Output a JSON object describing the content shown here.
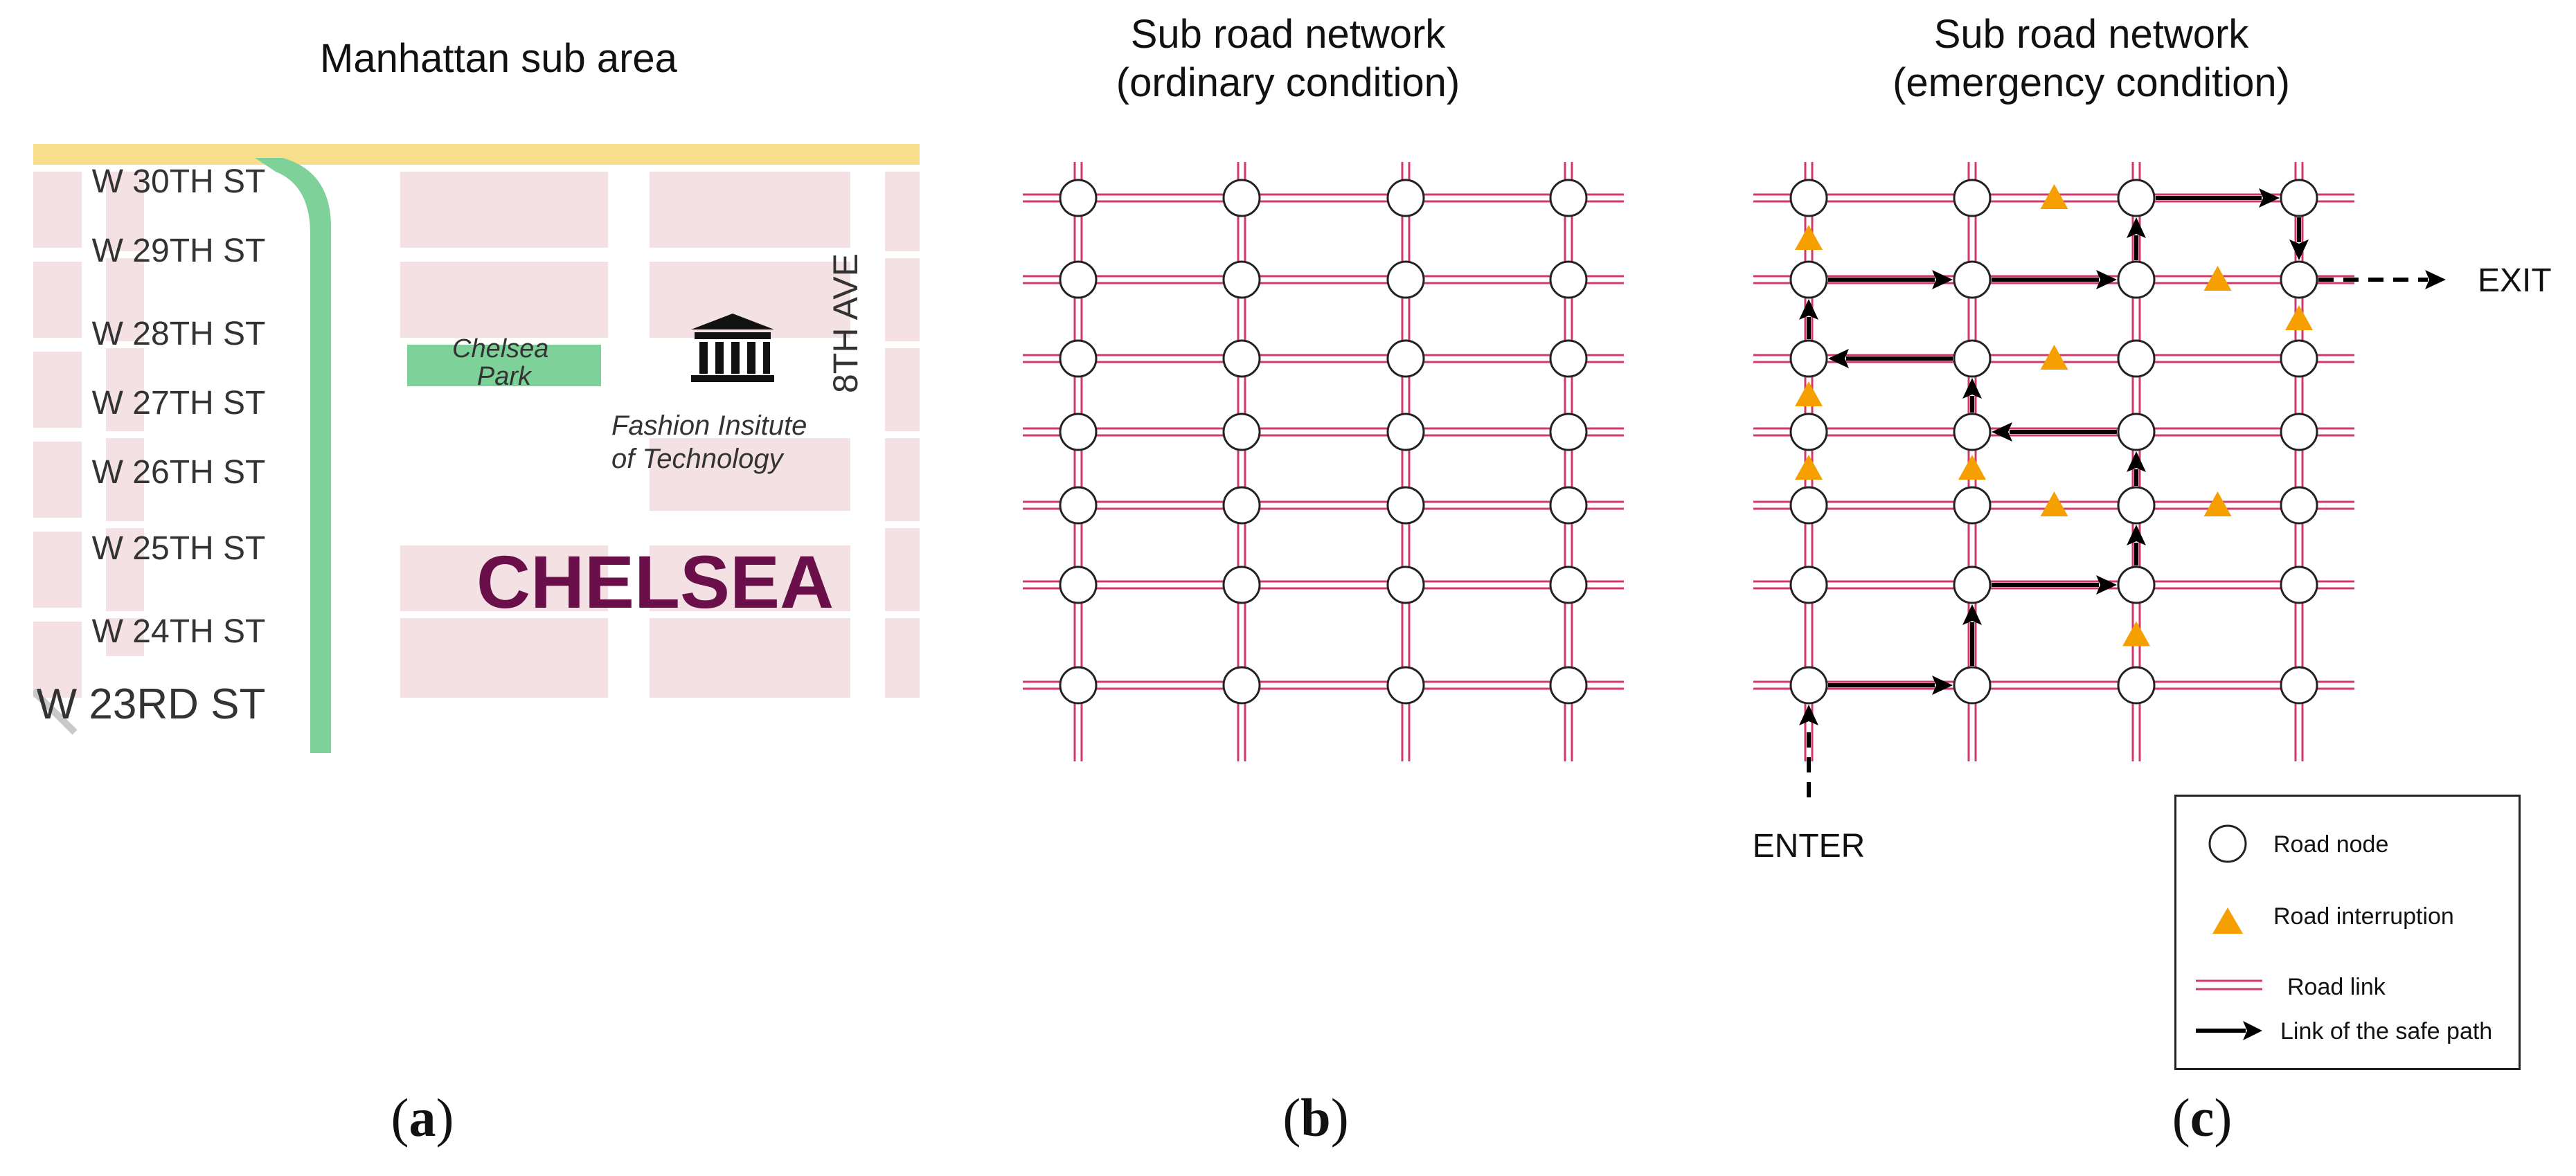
{
  "panel_a": {
    "title": "Manhattan  sub area",
    "caption_letter": "a",
    "street_labels": [
      "W 30TH ST",
      "W 29TH ST",
      "W 28TH ST",
      "W 27TH ST",
      "W 26TH ST",
      "W 25TH ST",
      "W 24TH ST",
      "W 23RD ST"
    ],
    "avenue_label": "8TH AVE",
    "park_label": "Chelsea\nPark",
    "institute_label": "Fashion Insitute\nof Technology",
    "district_label": "CHELSEA",
    "colors": {
      "street": "#ffffff",
      "block": "#f3e1e4",
      "park": "#7fd19a",
      "route": "#7fd19a",
      "district": "#6b0f4a",
      "highway": "#f7df8c"
    }
  },
  "panel_b": {
    "title": "Sub road network\n(ordinary condition)",
    "caption_letter": "b",
    "grid": {
      "columns": 4,
      "rows": 7
    }
  },
  "panel_c": {
    "title": "Sub road network\n(emergency condition)",
    "caption_letter": "c",
    "grid": {
      "columns": 4,
      "rows": 7
    },
    "enter_label": "ENTER",
    "exit_label": "EXIT",
    "safe_path": [
      [
        0,
        6
      ],
      [
        1,
        6
      ],
      [
        1,
        5
      ],
      [
        2,
        5
      ],
      [
        2,
        4
      ],
      [
        2,
        3
      ],
      [
        1,
        3
      ],
      [
        1,
        2
      ],
      [
        0,
        2
      ],
      [
        0,
        1
      ],
      [
        1,
        1
      ],
      [
        2,
        1
      ],
      [
        2,
        0
      ],
      [
        3,
        0
      ],
      [
        3,
        1
      ]
    ],
    "interruptions": [
      [
        1.5,
        0
      ],
      [
        0,
        0.5
      ],
      [
        2.5,
        1
      ],
      [
        3,
        1.5
      ],
      [
        1.5,
        2
      ],
      [
        0,
        2.5
      ],
      [
        0,
        3.5
      ],
      [
        1,
        3.5
      ],
      [
        1.5,
        4
      ],
      [
        2.5,
        4
      ],
      [
        2,
        5.5
      ]
    ]
  },
  "legend": {
    "items": [
      {
        "icon": "road-node",
        "label": "Road node"
      },
      {
        "icon": "road-interruption",
        "label": "Road interruption"
      },
      {
        "icon": "road-link",
        "label": "Road link"
      },
      {
        "icon": "safe-path-arrow",
        "label": "Link of the safe path"
      }
    ]
  },
  "colors": {
    "road_link": "#d0386e",
    "interruption": "#f5a000",
    "node_fill": "#ffffff",
    "node_stroke": "#222222",
    "path": "#000000"
  }
}
